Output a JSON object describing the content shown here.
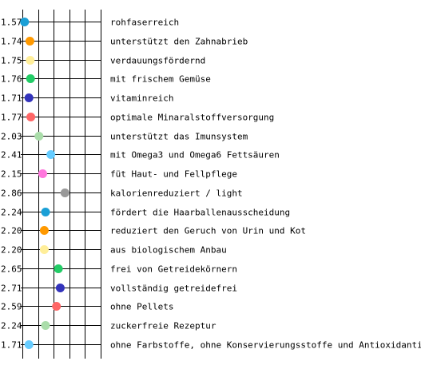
{
  "chart_data": {
    "type": "scatter",
    "xlim": [
      1.5,
      4.0
    ],
    "grid": true,
    "marker_color_fallback": "#999999",
    "rows": [
      {
        "value": "1.57",
        "x": 1.57,
        "label": "rohfaserreich",
        "color": "#1a9fd6"
      },
      {
        "value": "1.74",
        "x": 1.74,
        "label": "unterstützt den Zahnabrieb",
        "color": "#ff9900"
      },
      {
        "value": "1.75",
        "x": 1.75,
        "label": "verdauungsfördernd",
        "color": "#ffee99"
      },
      {
        "value": "1.76",
        "x": 1.76,
        "label": "mit frischem Gemüse",
        "color": "#22cc66"
      },
      {
        "value": "1.71",
        "x": 1.71,
        "label": "vitaminreich",
        "color": "#3333bb"
      },
      {
        "value": "1.77",
        "x": 1.77,
        "label": "optimale Minaralstoffversorgung",
        "color": "#ff6666"
      },
      {
        "value": "2.03",
        "x": 2.03,
        "label": "unterstützt das Imunsystem",
        "color": "#aaddaa"
      },
      {
        "value": "2.41",
        "x": 2.41,
        "label": "mit Omega3 und Omega6 Fettsäuren",
        "color": "#66ccff"
      },
      {
        "value": "2.15",
        "x": 2.15,
        "label": "füt Haut- und Fellpflege",
        "color": "#ff77dd"
      },
      {
        "value": "2.86",
        "x": 2.86,
        "label": "kalorienreduziert / light",
        "color": "#999999"
      },
      {
        "value": "2.24",
        "x": 2.24,
        "label": "fördert die Haarballenausscheidung",
        "color": "#1a9fd6"
      },
      {
        "value": "2.20",
        "x": 2.2,
        "label": "reduziert den Geruch von Urin und Kot",
        "color": "#ff9900"
      },
      {
        "value": "2.20",
        "x": 2.2,
        "label": "aus biologischem Anbau",
        "color": "#ffee99"
      },
      {
        "value": "2.65",
        "x": 2.65,
        "label": "frei von Getreidekörnern",
        "color": "#22cc66"
      },
      {
        "value": "2.71",
        "x": 2.71,
        "label": "vollständig getreidefrei",
        "color": "#3333bb"
      },
      {
        "value": "2.59",
        "x": 2.59,
        "label": "ohne Pellets",
        "color": "#ff6666"
      },
      {
        "value": "2.24",
        "x": 2.24,
        "label": "zuckerfreie Rezeptur",
        "color": "#aaddaa"
      },
      {
        "value": "1.71",
        "x": 1.71,
        "label": "ohne Farbstoffe, ohne Konservierungsstoffe und Antioxidantien",
        "color": "#66ccff"
      }
    ]
  }
}
